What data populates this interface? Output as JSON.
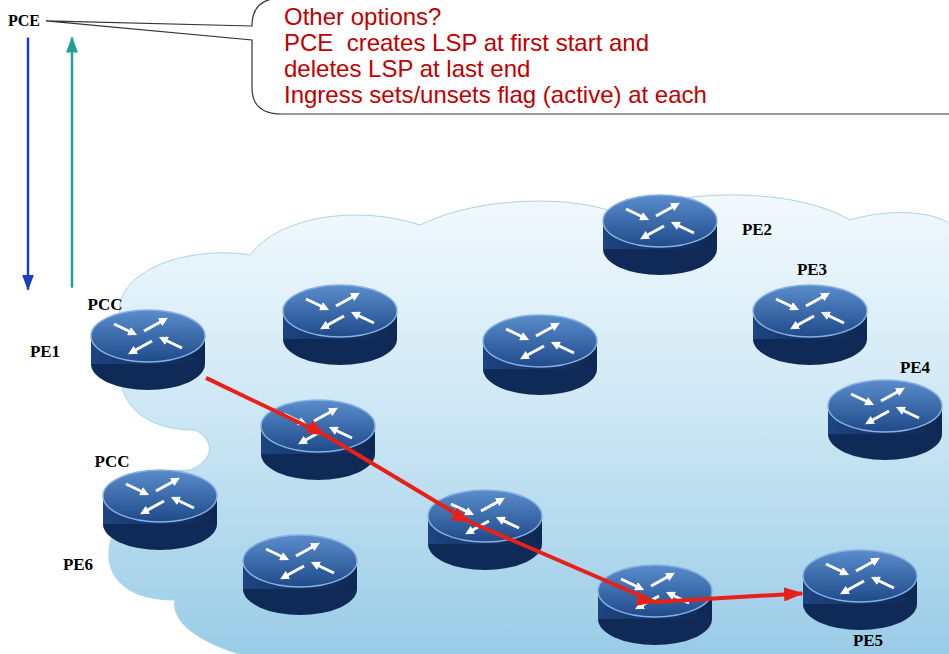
{
  "diagram": {
    "nodes": [
      {
        "text": [
          "PCE"
        ]
      },
      {
        "text": [
          "Other options?",
          "PCE  creates LSP at first start and",
          "deletes LSP at last end",
          "Ingress sets/unsets flag (active) at each"
        ]
      },
      {
        "text": [
          "PE2"
        ]
      },
      {
        "text": [
          "PE3"
        ]
      },
      {
        "text": [
          "PCC",
          "PE1"
        ]
      },
      {
        "text": [
          "PE4"
        ]
      },
      {
        "text": [
          "PCC",
          "PE6"
        ]
      },
      {
        "text": [
          "PE5"
        ]
      }
    ],
    "edges": [
      {
        "from": 0,
        "to": 4,
        "arrow": "to"
      },
      {
        "from": 4,
        "to": 0,
        "arrow": "to"
      },
      {
        "from": 4,
        "to": 7,
        "arrow": "to"
      }
    ]
  }
}
